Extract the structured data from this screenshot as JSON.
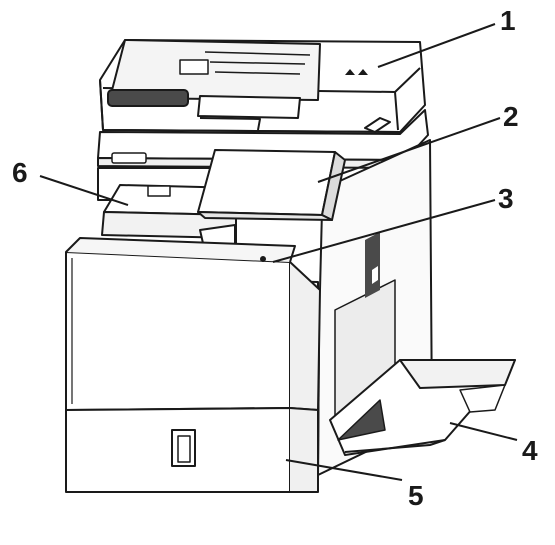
{
  "figure": {
    "colors": {
      "ink": "#1a1a1a",
      "paper": "#ffffff",
      "shade": "#d9d9d9",
      "dark": "#4a4a4a"
    },
    "callouts": [
      {
        "id": "c1",
        "number": "1"
      },
      {
        "id": "c2",
        "number": "2"
      },
      {
        "id": "c3",
        "number": "3"
      },
      {
        "id": "c4",
        "number": "4"
      },
      {
        "id": "c5",
        "number": "5"
      },
      {
        "id": "c6",
        "number": "6"
      }
    ]
  }
}
